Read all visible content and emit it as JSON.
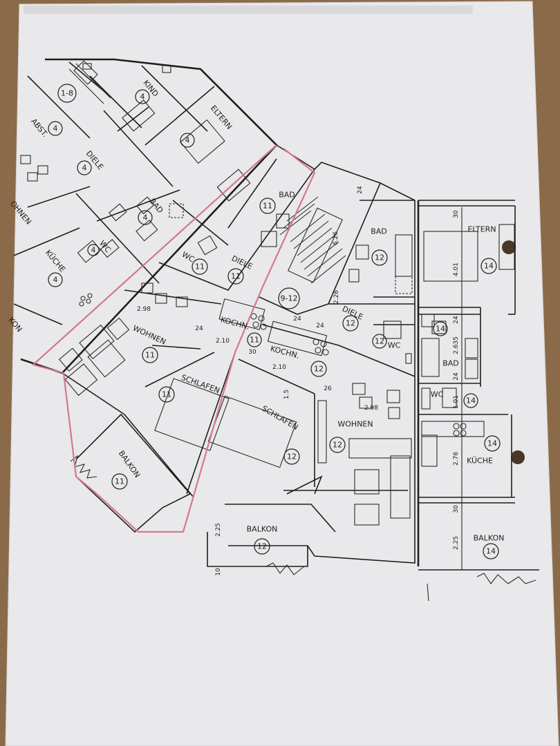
{
  "labels": [
    {
      "id": "kind-4",
      "text": "KIND",
      "rot": 50
    },
    {
      "id": "eltern-4",
      "text": "ELTERN",
      "rot": 50
    },
    {
      "id": "abst-4",
      "text": "ABST.",
      "rot": 50
    },
    {
      "id": "diele-4",
      "text": "DIELE",
      "rot": 50
    },
    {
      "id": "bad-4",
      "text": "BAD",
      "rot": 50
    },
    {
      "id": "wc-4",
      "text": "WC",
      "rot": 50
    },
    {
      "id": "kueche-4",
      "text": "KÜCHE",
      "rot": 50
    },
    {
      "id": "wohnen-edge",
      "text": "OHNEN",
      "rot": 50
    },
    {
      "id": "kon-edge",
      "text": "KON",
      "rot": 50
    },
    {
      "id": "bad-11",
      "text": "BAD",
      "rot": 0
    },
    {
      "id": "wc-11",
      "text": "WC",
      "rot": 30
    },
    {
      "id": "diele-11",
      "text": "DIELE",
      "rot": 25
    },
    {
      "id": "kochn-11",
      "text": "KOCHN.",
      "rot": 15
    },
    {
      "id": "wohnen-11",
      "text": "WOHNEN",
      "rot": 25
    },
    {
      "id": "schlafen-11",
      "text": "SCHLAFEN",
      "rot": 20
    },
    {
      "id": "balkon-11",
      "text": "BALKON",
      "rot": 55
    },
    {
      "id": "kochn-12",
      "text": "KOCHN.",
      "rot": 15
    },
    {
      "id": "schlafen-12",
      "text": "SCHLAFEN",
      "rot": 30
    },
    {
      "id": "bad-12",
      "text": "BAD",
      "rot": 0
    },
    {
      "id": "diele-12",
      "text": "DIELE",
      "rot": 25
    },
    {
      "id": "wc-12",
      "text": "WC",
      "rot": 0
    },
    {
      "id": "wohnen-12",
      "text": "WOHNEN",
      "rot": 0
    },
    {
      "id": "balkon-12",
      "text": "BALKON",
      "rot": 0
    },
    {
      "id": "eltern-14",
      "text": "ELTERN",
      "rot": 0
    },
    {
      "id": "bad-14",
      "text": "BAD",
      "rot": 0
    },
    {
      "id": "wc-14",
      "text": "WC",
      "rot": 0
    },
    {
      "id": "kueche-14",
      "text": "KÜCHE",
      "rot": 0
    },
    {
      "id": "balkon-14",
      "text": "BALKON",
      "rot": 0
    }
  ],
  "unit_circles": [
    {
      "id": "c-1-8",
      "text": "1-8"
    },
    {
      "id": "c-4-kind",
      "text": "4"
    },
    {
      "id": "c-4-eltern",
      "text": "4"
    },
    {
      "id": "c-4-abst",
      "text": "4"
    },
    {
      "id": "c-4-diele",
      "text": "4"
    },
    {
      "id": "c-4-bad",
      "text": "4"
    },
    {
      "id": "c-4-wc",
      "text": "4"
    },
    {
      "id": "c-4-kueche",
      "text": "4"
    },
    {
      "id": "c-11-bad",
      "text": "11"
    },
    {
      "id": "c-11-wc",
      "text": "11"
    },
    {
      "id": "c-11-diele",
      "text": "11"
    },
    {
      "id": "c-11-kochn",
      "text": "11"
    },
    {
      "id": "c-11-wohnen",
      "text": "11"
    },
    {
      "id": "c-11-schlafen",
      "text": "11"
    },
    {
      "id": "c-11-balkon",
      "text": "11"
    },
    {
      "id": "c-9-12",
      "text": "9-12"
    },
    {
      "id": "c-12-bad",
      "text": "12"
    },
    {
      "id": "c-12-diele",
      "text": "12"
    },
    {
      "id": "c-12-wc",
      "text": "12"
    },
    {
      "id": "c-12-kochn",
      "text": "12"
    },
    {
      "id": "c-12-schlafen",
      "text": "12"
    },
    {
      "id": "c-12-wohnen",
      "text": "12"
    },
    {
      "id": "c-12-balkon",
      "text": "12"
    },
    {
      "id": "c-14-eltern",
      "text": "14"
    },
    {
      "id": "c-14-bad-top",
      "text": "14"
    },
    {
      "id": "c-14-wc",
      "text": "14"
    },
    {
      "id": "c-14-kueche",
      "text": "14"
    },
    {
      "id": "c-14-balkon",
      "text": "14"
    }
  ],
  "dimensions": [
    {
      "id": "d-24-a",
      "text": "24",
      "rot": -90
    },
    {
      "id": "d-6-26",
      "text": "6.26",
      "rot": -90
    },
    {
      "id": "d-2-26",
      "text": "2.26",
      "rot": -90
    },
    {
      "id": "d-2-98-11",
      "text": "2.98",
      "rot": 0
    },
    {
      "id": "d-24-b",
      "text": "24",
      "rot": 0
    },
    {
      "id": "d-2-10-11",
      "text": "2.10",
      "rot": 0
    },
    {
      "id": "d-30-a",
      "text": "30",
      "rot": 0
    },
    {
      "id": "d-2-10-12",
      "text": "2.10",
      "rot": 0
    },
    {
      "id": "d-24-c",
      "text": "24",
      "rot": 0
    },
    {
      "id": "d-24-d",
      "text": "24",
      "rot": 0
    },
    {
      "id": "d-2-98-12",
      "text": "2.98",
      "rot": 0
    },
    {
      "id": "d-26",
      "text": "26",
      "rot": 0
    },
    {
      "id": "d-1-5",
      "text": "1.5",
      "rot": -90
    },
    {
      "id": "d-2-25-12",
      "text": "2.25",
      "rot": -90
    },
    {
      "id": "d-10",
      "text": "10",
      "rot": -90
    },
    {
      "id": "d-30-top",
      "text": "30",
      "rot": -90
    },
    {
      "id": "d-4-01",
      "text": "4.01",
      "rot": -90
    },
    {
      "id": "d-24-e",
      "text": "24",
      "rot": -90
    },
    {
      "id": "d-2-635",
      "text": "2.635",
      "rot": -90
    },
    {
      "id": "d-24-f",
      "text": "24",
      "rot": -90
    },
    {
      "id": "d-1-01",
      "text": "1.01",
      "rot": -90
    },
    {
      "id": "d-2-76",
      "text": "2.76",
      "rot": -90
    },
    {
      "id": "d-30-b",
      "text": "30",
      "rot": -90
    },
    {
      "id": "d-2-25-14",
      "text": "2.25",
      "rot": -90
    }
  ]
}
